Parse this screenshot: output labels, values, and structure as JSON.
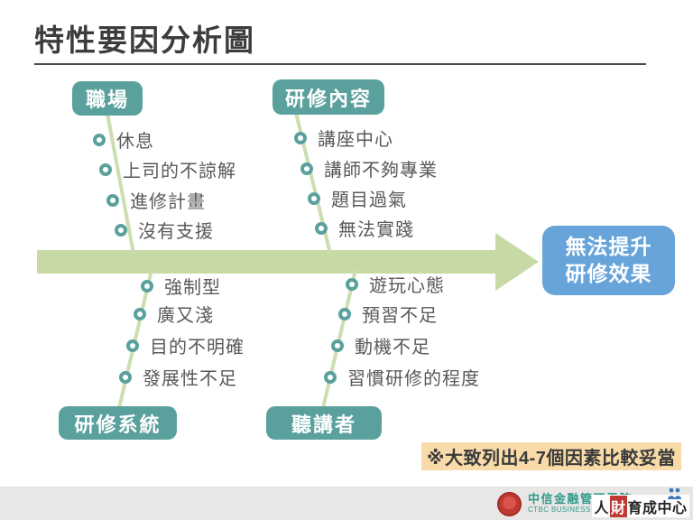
{
  "title": "特性要因分析圖",
  "colors": {
    "teal": "#5aa19e",
    "blue": "#67a4d9",
    "green": "#c7daa6",
    "branch": "#cddeae",
    "note_bg": "#f8dba9",
    "red": "#be3a33"
  },
  "effect": {
    "line1": "無法提升",
    "line2": "研修效果"
  },
  "branches": [
    {
      "name": "職場",
      "items": [
        "休息",
        "上司的不諒解",
        "進修計畫",
        "沒有支援"
      ]
    },
    {
      "name": "研修內容",
      "items": [
        "講座中心",
        "講師不夠專業",
        "題目過氣",
        "無法實踐"
      ]
    },
    {
      "name": "研修系統",
      "items": [
        "強制型",
        "廣又淺",
        "目的不明確",
        "發展性不足"
      ]
    },
    {
      "name": "聽講者",
      "items": [
        "遊玩心態",
        "預習不足",
        "動機不足",
        "習慣研修的程度"
      ]
    }
  ],
  "note": "※大致列出4-7個因素比較妥當",
  "footer": {
    "school_zh": "中信金融管理學院",
    "school_en": "CTBC BUSINESS SCHOOL",
    "center_p1": "人",
    "center_p2": "財",
    "center_p3": "育成中心"
  }
}
